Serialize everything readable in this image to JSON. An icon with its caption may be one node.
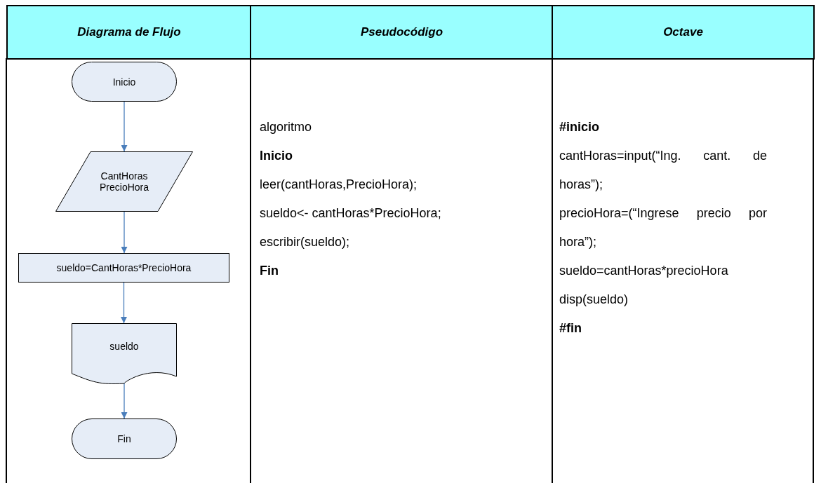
{
  "diagram": {
    "nodes": [
      {
        "text": [
          "Inicio"
        ]
      },
      {
        "text": [
          "CantHoras PrecioHora"
        ]
      },
      {
        "text": [
          "sueldo=CantHoras*PrecioHora"
        ]
      },
      {
        "text": [
          "sueldo"
        ]
      },
      {
        "text": [
          "Fin"
        ]
      }
    ],
    "edges": [
      {
        "from": 0,
        "to": 1,
        "arrow": "to"
      },
      {
        "from": 1,
        "to": 2,
        "arrow": "to"
      },
      {
        "from": 2,
        "to": 3,
        "arrow": "to"
      },
      {
        "from": 3,
        "to": 4,
        "arrow": "to"
      }
    ],
    "labels": [
      "Diagrama de Flujo",
      "Pseudocódigo",
      "Octave",
      "algoritmo",
      "Inicio",
      "leer(cantHoras,PrecioHora);",
      "sueldo<- cantHoras*PrecioHora;",
      "escribir(sueldo);",
      "Fin",
      "#inicio",
      "cantHoras=input(“Ing. cant. de horas”);",
      "precioHora=(“Ingrese precio por hora”);",
      "sueldo=cantHoras*precioHora",
      "disp(sueldo)",
      "#fin"
    ]
  }
}
